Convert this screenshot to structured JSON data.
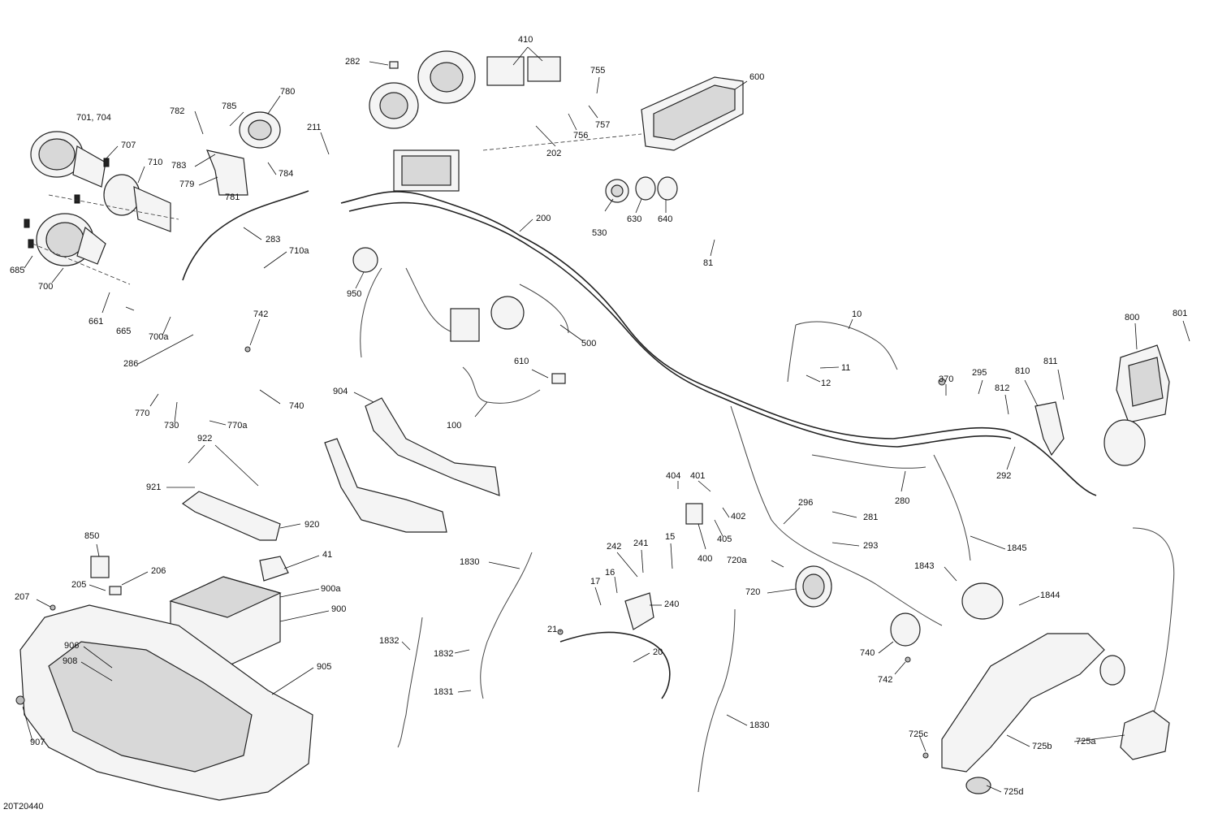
{
  "diagram_id": "20T20440",
  "callouts": [
    "410",
    "282",
    "755",
    "600",
    "701, 704",
    "785",
    "780",
    "782",
    "211",
    "757",
    "756",
    "202",
    "707",
    "710",
    "783",
    "784",
    "779",
    "781",
    "200",
    "530",
    "630",
    "640",
    "283",
    "710a",
    "81",
    "685",
    "700",
    "950",
    "742",
    "661",
    "665",
    "700a",
    "10",
    "286",
    "500",
    "610",
    "800",
    "801",
    "11",
    "12",
    "811",
    "370",
    "295",
    "810",
    "812",
    "740",
    "904",
    "770",
    "730",
    "770a",
    "100",
    "922",
    "921",
    "292",
    "404",
    "401",
    "296",
    "281",
    "280",
    "920",
    "402",
    "405",
    "293",
    "850",
    "41",
    "206",
    "1830",
    "242",
    "241",
    "15",
    "400",
    "720a",
    "1845",
    "205",
    "900a",
    "207",
    "16",
    "17",
    "240",
    "1843",
    "1844",
    "720",
    "900",
    "21",
    "906",
    "908",
    "1832",
    "1832",
    "20",
    "740",
    "742",
    "905",
    "1831",
    "907",
    "1830",
    "725c",
    "725b",
    "725a",
    "725d"
  ]
}
